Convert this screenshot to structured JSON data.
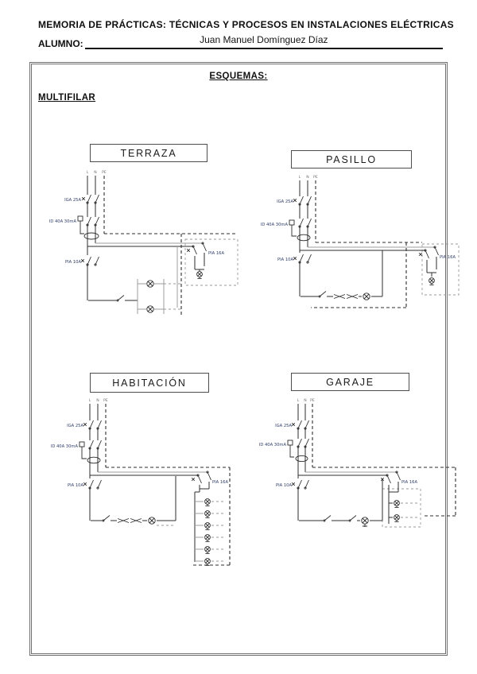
{
  "header": {
    "title": "MEMORIA DE PRÁCTICAS: TÉCNICAS Y PROCESOS EN INSTALACIONES ELÉCTRICAS",
    "student_label": "ALUMNO:",
    "student_name": "Juan Manuel Domínguez Díaz"
  },
  "section": {
    "heading": "ESQUEMAS:",
    "subheading": "MULTIFILAR"
  },
  "wires": {
    "line": "L",
    "neutral": "N",
    "earth": "PE"
  },
  "diagrams": [
    {
      "id": "terraza",
      "title": "TERRAZA",
      "devices": {
        "main_breaker": "IGA 25A",
        "rcd": "ID 40A 30mA",
        "lighting_breaker": "PIA 10A",
        "socket_breaker": "PIA 16A"
      },
      "loads": {
        "lamps": 2,
        "switches": 1,
        "sockets": 1
      }
    },
    {
      "id": "pasillo",
      "title": "PASILLO",
      "devices": {
        "main_breaker": "IGA 25A",
        "rcd": "ID 40A 30mA",
        "lighting_breaker": "PIA 10A",
        "socket_breaker": "PIA 16A"
      },
      "loads": {
        "lamps": 1,
        "switches": 3,
        "sockets": 1
      }
    },
    {
      "id": "habitacion",
      "title": "HABITACIÓN",
      "devices": {
        "main_breaker": "IGA 25A",
        "rcd": "ID 40A 30mA",
        "lighting_breaker": "PIA 10A",
        "socket_breaker": "PIA 16A"
      },
      "loads": {
        "lamps": 1,
        "switches": 3,
        "sockets": 6
      }
    },
    {
      "id": "garaje",
      "title": "GARAJE",
      "devices": {
        "main_breaker": "IGA 25A",
        "rcd": "ID 40A 30mA",
        "lighting_breaker": "PIA 10A",
        "socket_breaker": "PIA 16A"
      },
      "loads": {
        "lamps": 1,
        "switches": 2,
        "sockets": 2
      }
    }
  ]
}
